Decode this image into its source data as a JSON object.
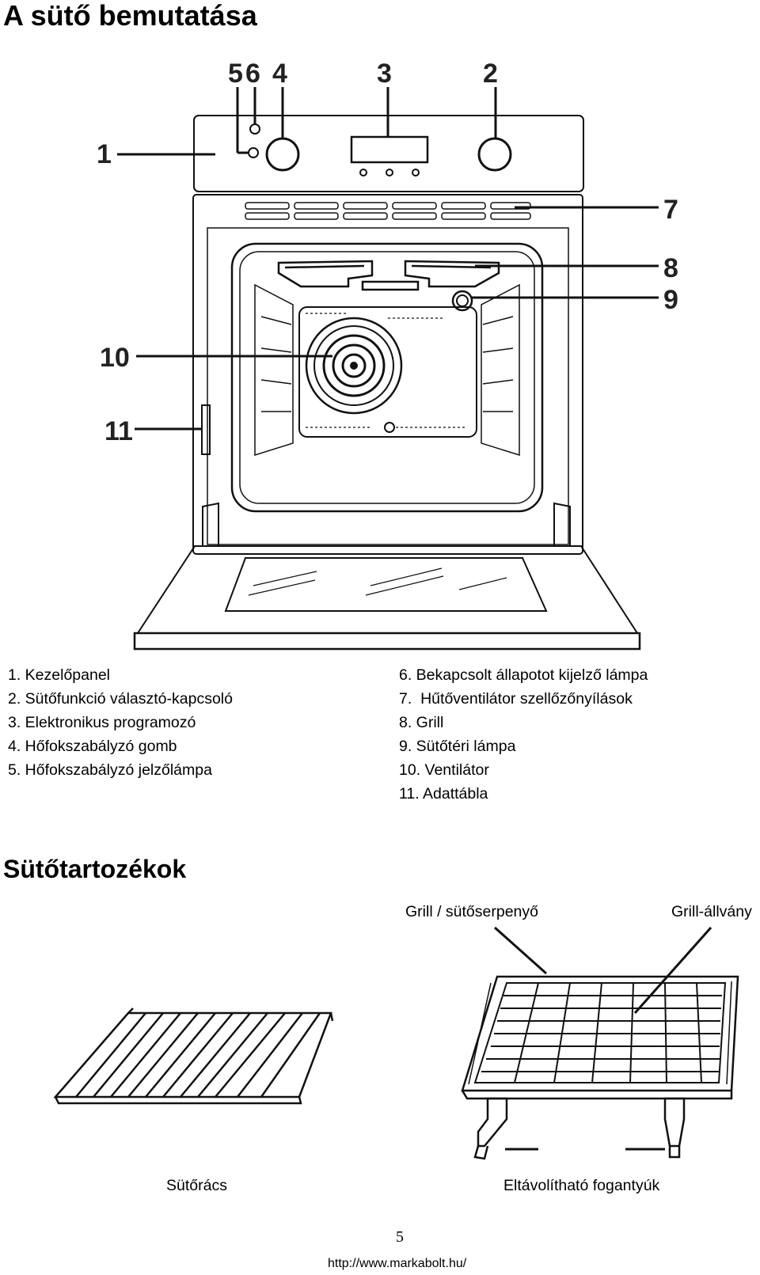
{
  "title": "A sütő bemutatása",
  "callouts": [
    "1",
    "2",
    "3",
    "4",
    "5",
    "6",
    "7",
    "8",
    "9",
    "10",
    "11"
  ],
  "legend_left": [
    "1. Kezelőpanel",
    "2. Sütőfunkció választó-kapcsoló",
    "3. Elektronikus programozó",
    "4. Hőfokszabályzó gomb",
    "5. Hőfokszabályzó jelzőlámpa"
  ],
  "legend_right": [
    "6. Bekapcsolt állapotot kijelző lámpa",
    "7.  Hűtőventilátor szellőzőnyílások",
    "8. Grill",
    "9. Sütőtéri lámpa",
    "10. Ventilátor",
    "11. Adattábla"
  ],
  "accessories": {
    "title": "Sütőtartozékok",
    "grill_pan": "Grill / sütőserpenyő",
    "grill_rack": "Grill-állvány",
    "oven_rack": "Sütőrács",
    "handles": "Eltávolítható fogantyúk"
  },
  "footer": {
    "page_number": "5",
    "url": "http://www.markabolt.hu/"
  }
}
